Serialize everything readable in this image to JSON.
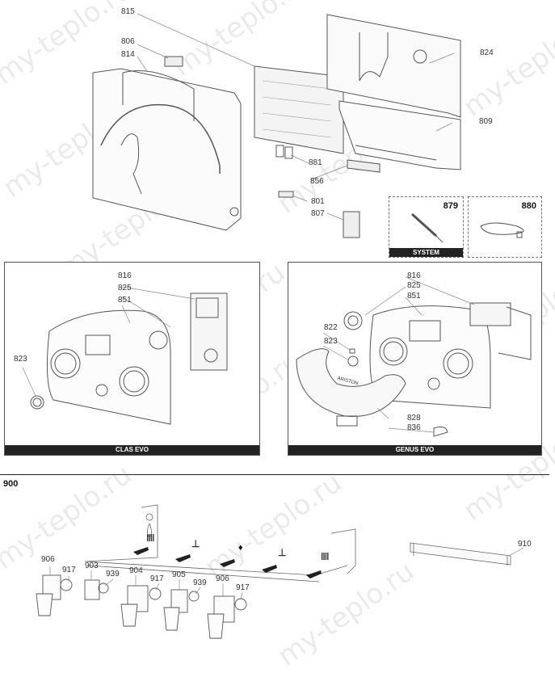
{
  "diagram": {
    "type": "exploded-parts-diagram",
    "top_section": {
      "labels": [
        "815",
        "806",
        "814",
        "824",
        "809",
        "881",
        "856",
        "801",
        "807"
      ],
      "kits": [
        {
          "id": "879",
          "caption": "SYSTEM"
        },
        {
          "id": "880",
          "caption": ""
        }
      ]
    },
    "panels": [
      {
        "caption": "CLAS EVO",
        "labels": [
          "816",
          "825",
          "851",
          "823"
        ]
      },
      {
        "caption": "GENUS EVO",
        "labels": [
          "816",
          "825",
          "851",
          "822",
          "823",
          "828",
          "836"
        ],
        "brand_mark": "ARISTON"
      }
    ],
    "bottom_section": {
      "title": "900",
      "labels": [
        "906",
        "917",
        "903",
        "939",
        "904",
        "917",
        "905",
        "939",
        "906",
        "917",
        "910"
      ],
      "flow_symbols": [
        "heating-icon",
        "tap-icon",
        "gas-flame-icon",
        "tap-icon",
        "heating-icon"
      ]
    },
    "watermark": "my-teplo.ru"
  }
}
